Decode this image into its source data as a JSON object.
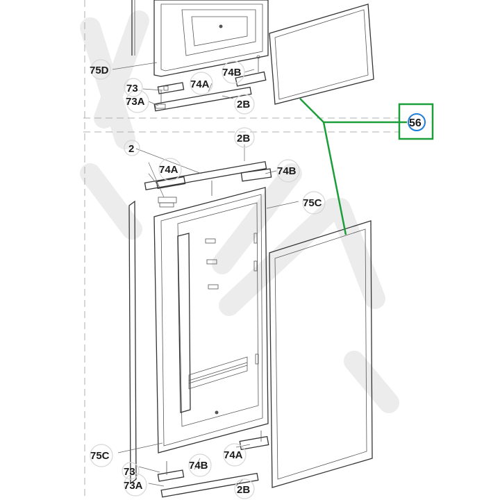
{
  "diagram": {
    "labels": {
      "l75d": "75D",
      "l73_top": "73",
      "l73a_top": "73A",
      "l74a_top": "74A",
      "l74b_top": "74B",
      "l2b_top": "2B",
      "l56": "56",
      "l2b_mid": "2B",
      "l2": "2",
      "l74a_mid": "74A",
      "l74b_mid": "74B",
      "l75c_right": "75C",
      "l75c_left": "75C",
      "l73_bot": "73",
      "l73a_bot": "73A",
      "l74b_bot": "74B",
      "l74a_bot": "74A",
      "l2b_bot": "2B"
    },
    "highlight_color": "#1a9e3a",
    "callout_color": "#1e7bd6"
  }
}
